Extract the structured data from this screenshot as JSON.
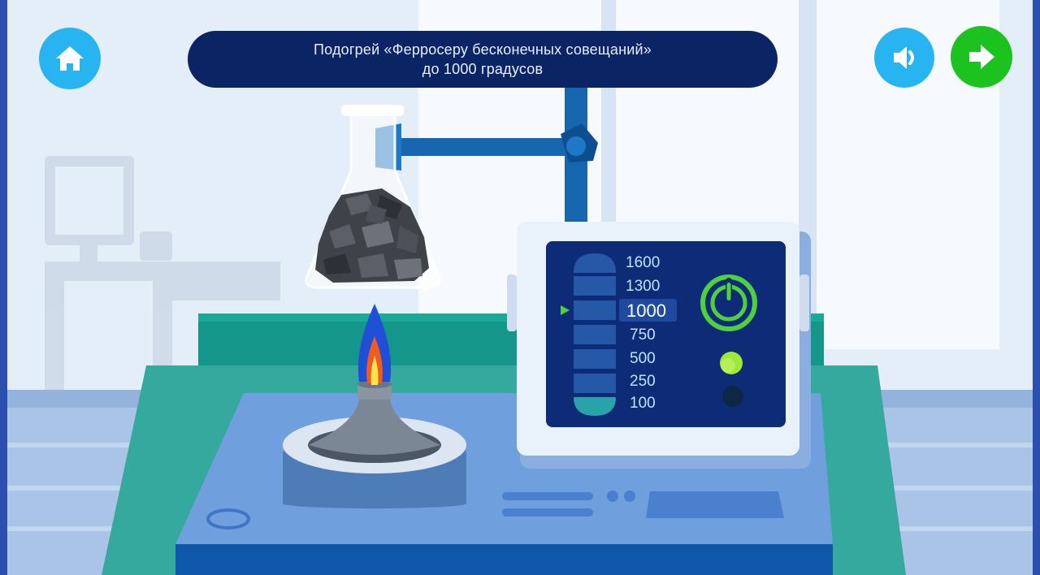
{
  "task": {
    "line1": "Подогрей «Ферросеру бесконечных совещаний»",
    "line2": "до 1000 градусов"
  },
  "buttons": {
    "home_icon": "home-icon",
    "sound_icon": "speaker-icon",
    "next_icon": "arrow-right-icon"
  },
  "heater": {
    "scale": [
      "1600",
      "1300",
      "1000",
      "750",
      "500",
      "250",
      "100"
    ],
    "selected_value": "1000",
    "power_icon": "power-icon",
    "indicator_on_color": "#9be93a",
    "indicator_off_color": "#0d2747"
  },
  "colors": {
    "accent_blue": "#27b4f0",
    "accent_green": "#1cc21e",
    "banner": "#0b2464",
    "power_green": "#4fd13c"
  }
}
